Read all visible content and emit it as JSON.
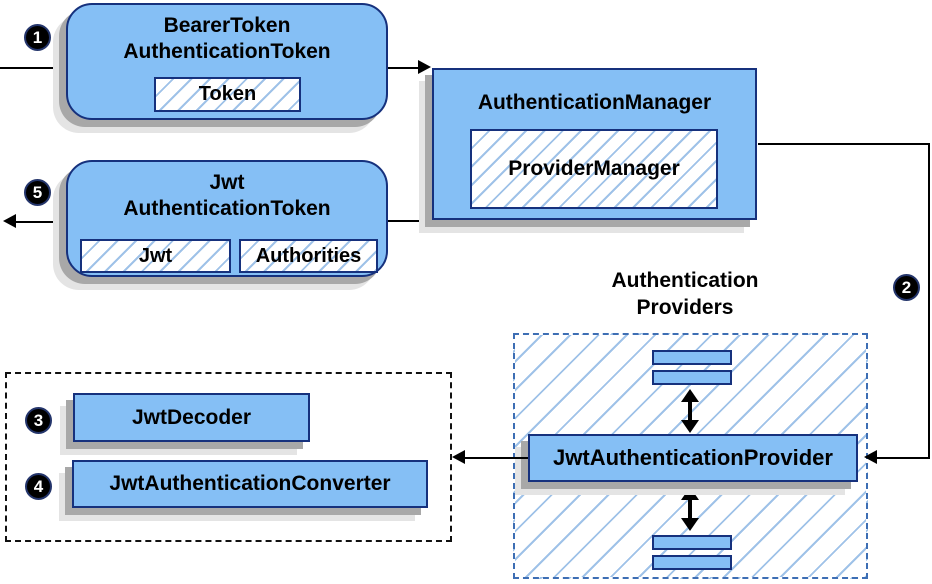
{
  "diagram": {
    "steps": {
      "s1": "1",
      "s2": "2",
      "s3": "3",
      "s4": "4",
      "s5": "5"
    },
    "bearer_token_node": {
      "title_line1": "BearerToken",
      "title_line2": "AuthenticationToken",
      "chip": "Token"
    },
    "authentication_manager_node": {
      "title": "AuthenticationManager",
      "chip": "ProviderManager"
    },
    "jwt_token_node": {
      "title_line1": "Jwt",
      "title_line2": "AuthenticationToken",
      "chip_jwt": "Jwt",
      "chip_authorities": "Authorities"
    },
    "providers_group": {
      "title_line1": "Authentication",
      "title_line2": "Providers",
      "provider_label": "JwtAuthenticationProvider"
    },
    "helpers_group": {
      "decoder_label": "JwtDecoder",
      "converter_label": "JwtAuthenticationConverter"
    }
  },
  "colors": {
    "node_fill": "#85BFF5",
    "node_border": "#16317D",
    "hatch_line": "#9FC2E8",
    "provider_dash": "#3D6EB4",
    "black_dash": "#111111",
    "shadow_dark": "#A8A8A8",
    "shadow_light": "#E4E4E4",
    "arrow": "#000000",
    "badge_bg": "#000000",
    "badge_text": "#FFFFFF"
  }
}
